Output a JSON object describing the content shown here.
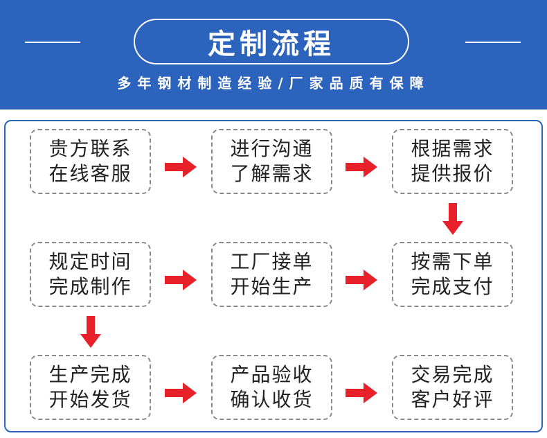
{
  "header": {
    "title": "定制流程",
    "subtitle": "多年钢材制造经验/厂家品质有保障"
  },
  "steps": [
    {
      "line1": "贵方联系",
      "line2": "在线客服"
    },
    {
      "line1": "进行沟通",
      "line2": "了解需求"
    },
    {
      "line1": "根据需求",
      "line2": "提供报价"
    },
    {
      "line1": "按需下单",
      "line2": "完成支付"
    },
    {
      "line1": "工厂接单",
      "line2": "开始生产"
    },
    {
      "line1": "规定时间",
      "line2": "完成制作"
    },
    {
      "line1": "生产完成",
      "line2": "开始发货"
    },
    {
      "line1": "产品验收",
      "line2": "确认收货"
    },
    {
      "line1": "交易完成",
      "line2": "客户好评"
    }
  ],
  "colors": {
    "header_bg": "#2b63bd",
    "arrow": "#e8202a",
    "box_border": "#8a8a8a"
  }
}
